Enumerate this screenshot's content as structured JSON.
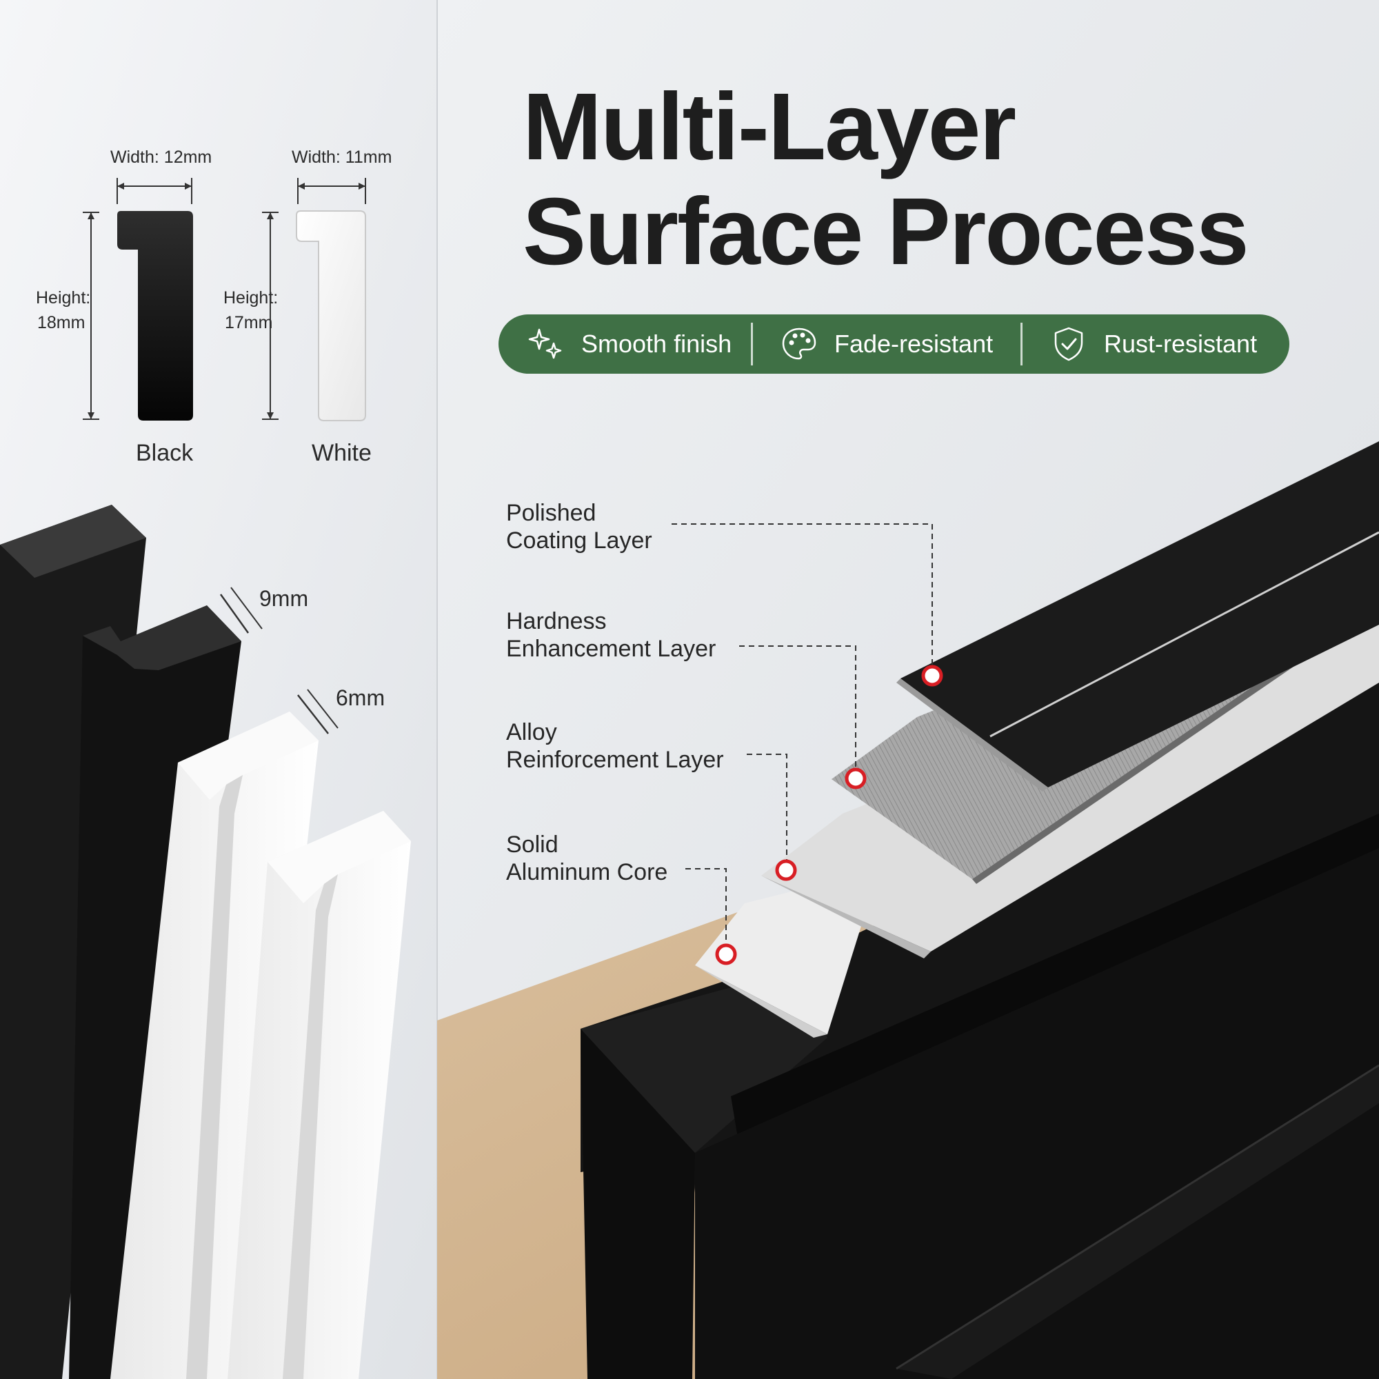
{
  "title": {
    "line1": "Multi-Layer",
    "line2": "Surface Process"
  },
  "features": [
    {
      "icon": "sparkle-icon",
      "label": "Smooth finish"
    },
    {
      "icon": "palette-icon",
      "label": "Fade-resistant"
    },
    {
      "icon": "shield-check-icon",
      "label": "Rust-resistant"
    }
  ],
  "profiles": {
    "black": {
      "name": "Black",
      "width": "Width: 12mm",
      "height_label": "Height:",
      "height_value": "18mm"
    },
    "white": {
      "name": "White",
      "width": "Width: 11mm",
      "height_label": "Height:",
      "height_value": "17mm"
    }
  },
  "dimensions": {
    "black_lip": "9mm",
    "white_lip": "6mm"
  },
  "layers": [
    {
      "line1": "Polished",
      "line2": "Coating Layer"
    },
    {
      "line1": "Hardness",
      "line2": "Enhancement Layer"
    },
    {
      "line1": "Alloy",
      "line2": "Reinforcement Layer"
    },
    {
      "line1": "Solid",
      "line2": "Aluminum Core"
    }
  ],
  "colors": {
    "accent_green": "#3f7045",
    "marker_red": "#d81e24",
    "black_finish": "#151515",
    "white_finish": "#f4f4f4"
  }
}
